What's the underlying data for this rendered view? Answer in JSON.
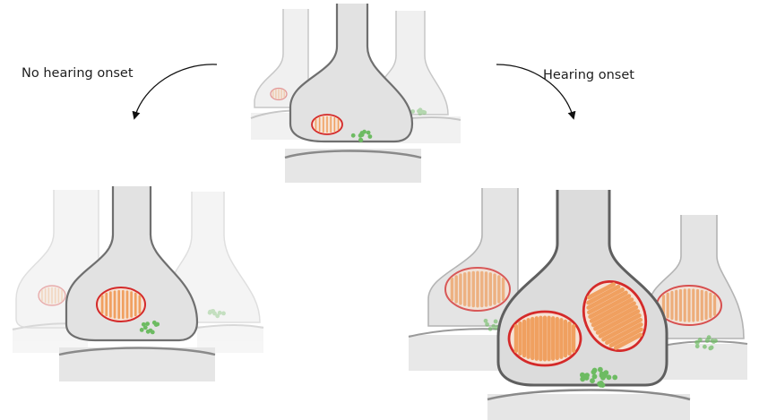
{
  "labels": {
    "no_hearing_onset": "No hearing onset",
    "hearing_onset": "Hearing onset"
  },
  "colors": {
    "terminal_fill": "#e2e2e2",
    "terminal_outline": "#6f6f6f",
    "mitochondrion_outline": "#d42a2a",
    "mitochondrion_fill": "#f6e2d4",
    "cristae": "#f0a060",
    "vesicles": "#6dbb62",
    "postsynaptic": "#e6e6e6"
  },
  "icons": [
    "curved-arrow-left",
    "curved-arrow-right"
  ]
}
